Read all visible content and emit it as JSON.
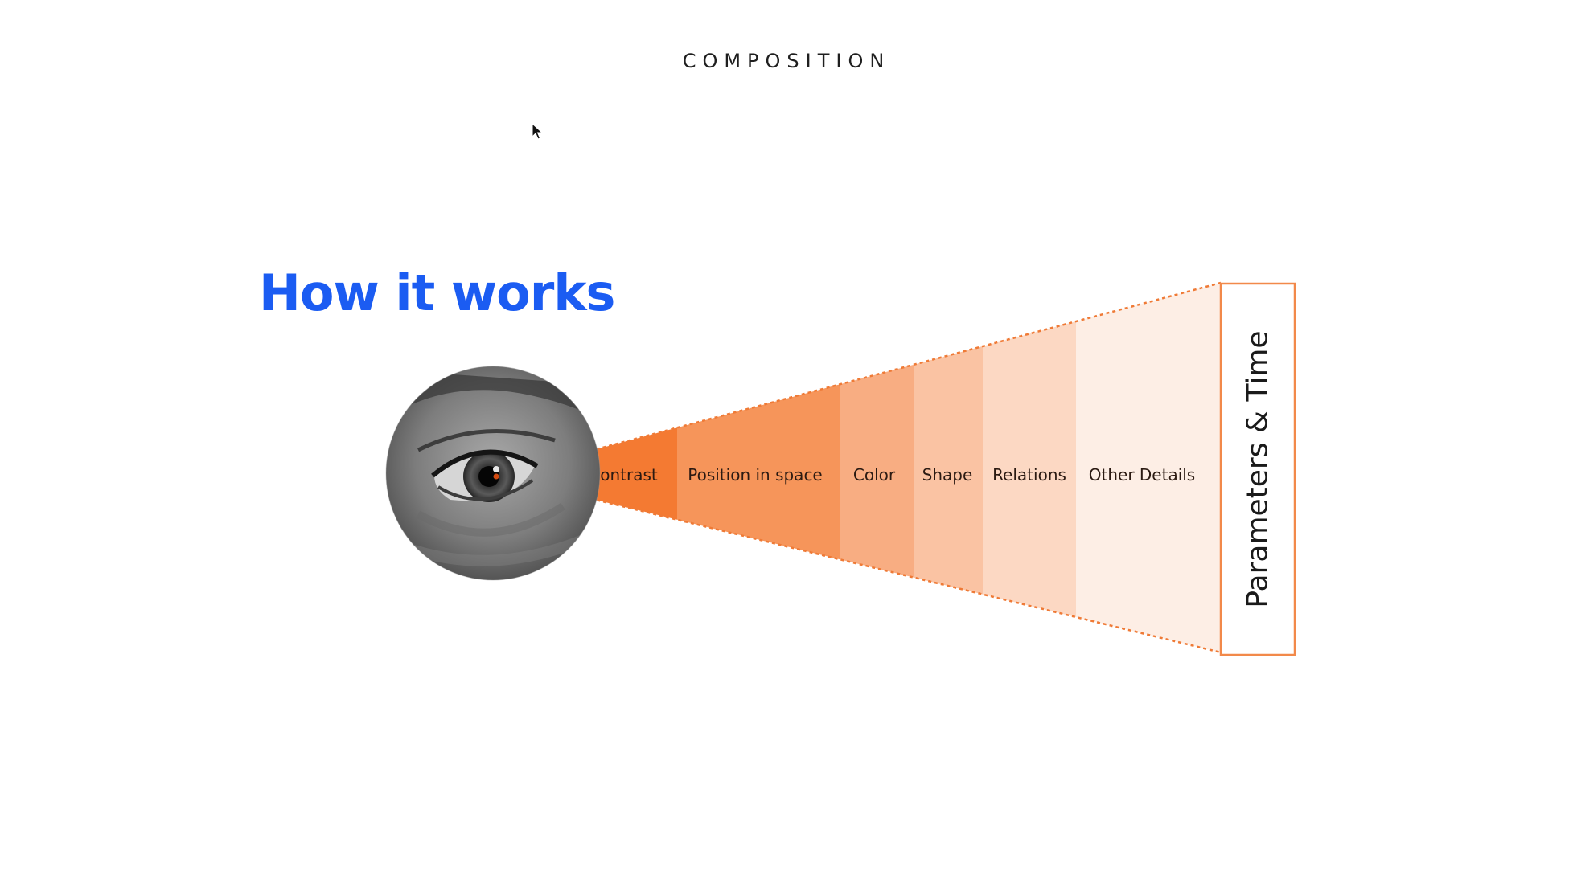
{
  "header": {
    "section_label": "COMPOSITION"
  },
  "title": "How it works",
  "diagram": {
    "stages": [
      {
        "label": "Contrast",
        "color": "#f47a32"
      },
      {
        "label": "Position in space",
        "color": "#f6955a"
      },
      {
        "label": "Color",
        "color": "#f8ad82"
      },
      {
        "label": "Shape",
        "color": "#fac3a3"
      },
      {
        "label": "Relations",
        "color": "#fcd8c3"
      },
      {
        "label": "Other Details",
        "color": "#fdeee5"
      }
    ],
    "end_box_label": "Parameters & Time",
    "accent_color": "#f2894a",
    "title_color": "#1b5cf2"
  },
  "icons": {
    "eye": "eye-icon",
    "cursor": "mouse-cursor-icon"
  }
}
